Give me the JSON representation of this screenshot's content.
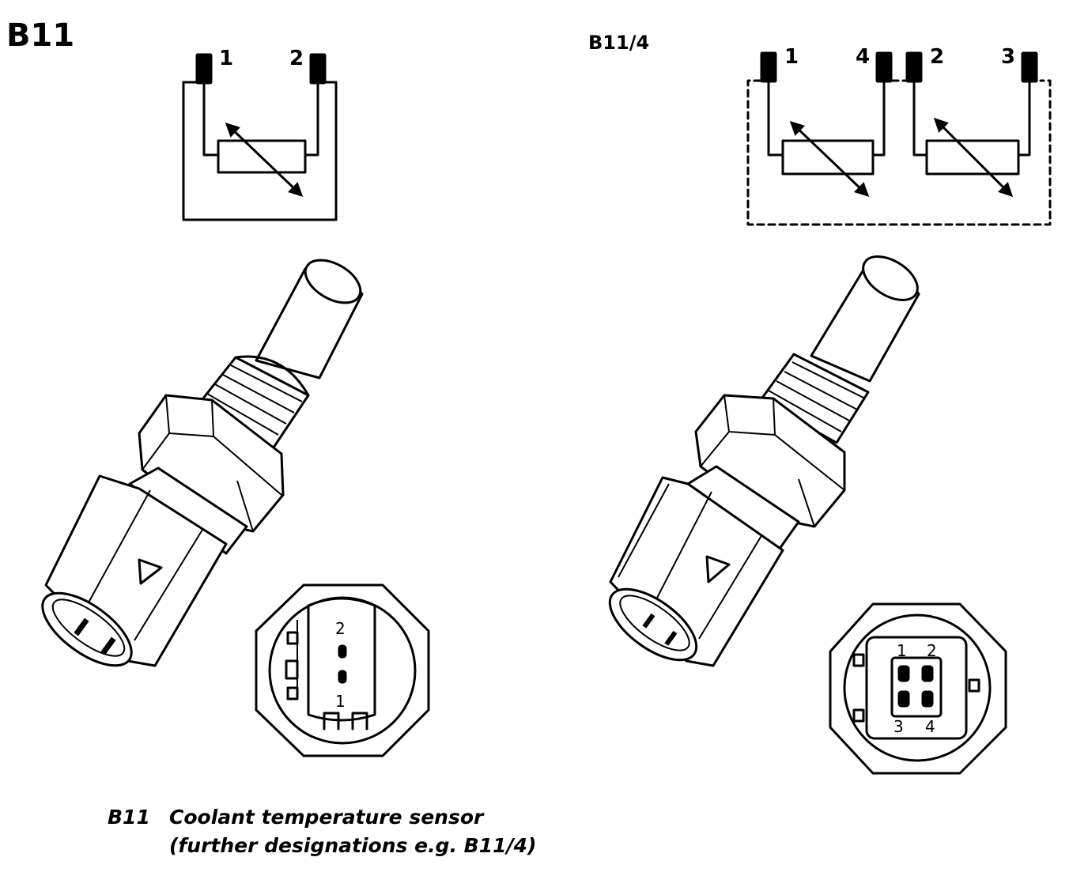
{
  "title": "B11",
  "variant_label": "B11/4",
  "b11_schematic": {
    "pin_labels": [
      "1",
      "2"
    ]
  },
  "b11_4_schematic": {
    "pin_labels": [
      "1",
      "4",
      "2",
      "3"
    ]
  },
  "b11_connector_face": {
    "pin_labels": [
      "2",
      "1"
    ]
  },
  "b11_4_connector_face": {
    "pin_labels": [
      "1",
      "2",
      "3",
      "4"
    ]
  },
  "caption": {
    "code": "B11",
    "line1": "Coolant temperature sensor",
    "line2": "(further designations e.g. B11/4)"
  }
}
